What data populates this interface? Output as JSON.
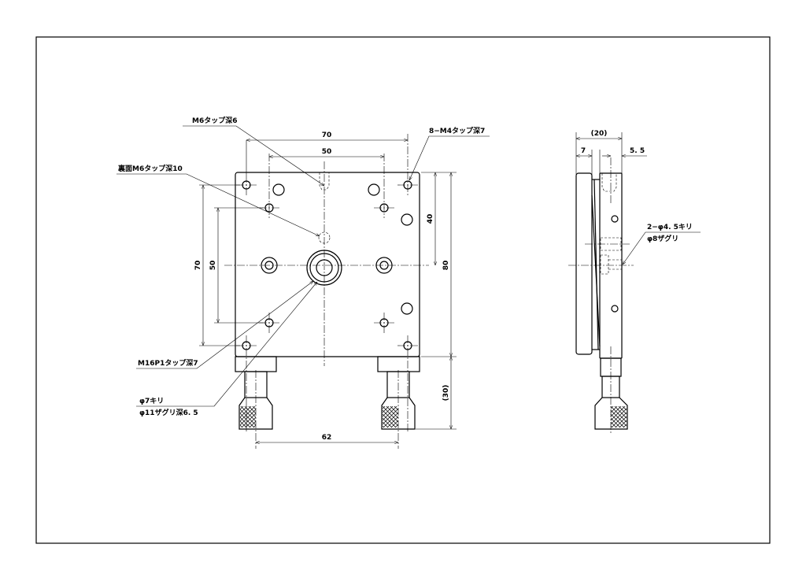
{
  "front_view": {
    "dimensions": {
      "width_holes_outer": "70",
      "width_holes_inner": "50",
      "height_holes_outer": "70",
      "height_holes_inner": "50",
      "center_height": "40",
      "plate_height": "80",
      "knob_length": "(30)",
      "knob_spacing": "62"
    },
    "callouts": {
      "top_tap": "M6タップ深6",
      "corner_taps": "8−M4タップ深7",
      "back_tap": "裏面M6タップ深10",
      "center_tap": "M16P1タップ深7",
      "through_hole": "φ7キリ",
      "counterbore": "φ11ザグリ深6. 5"
    }
  },
  "side_view": {
    "dimensions": {
      "total_thickness": "(20)",
      "plate_thickness": "7",
      "body_offset": "5. 5"
    },
    "callouts": {
      "holes": "2−φ4. 5キリ",
      "counterbore": "φ8ザグリ"
    }
  }
}
